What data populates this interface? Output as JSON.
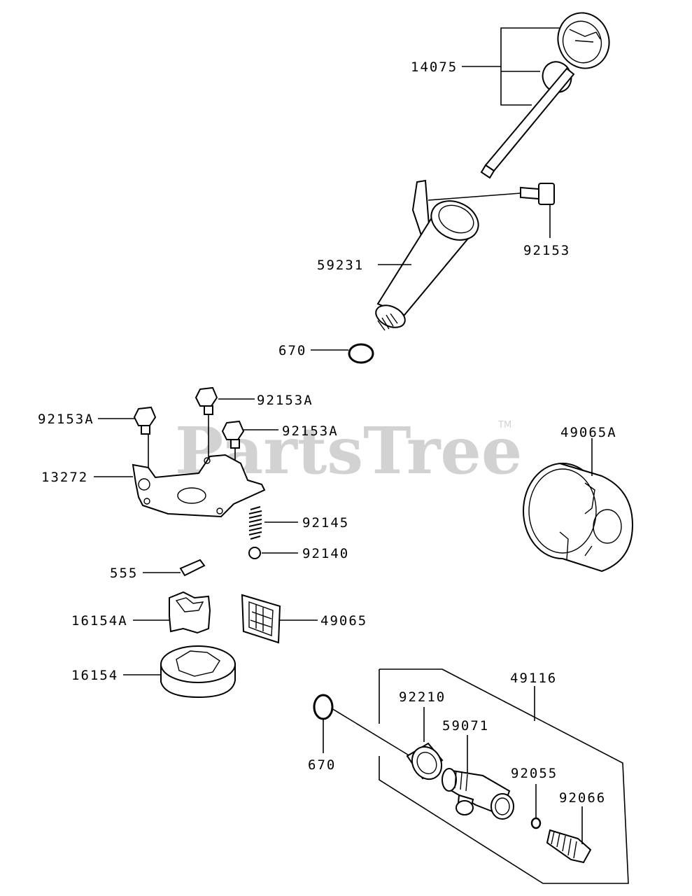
{
  "watermark": {
    "text": "PartsTree",
    "tm": "TM"
  },
  "labels": {
    "l14075": "14075",
    "l92153": "92153",
    "l59231": "59231",
    "l670a": "670",
    "l92153A_1": "92153A",
    "l92153A_2": "92153A",
    "l92153A_3": "92153A",
    "l49065A": "49065A",
    "l13272": "13272",
    "l92145": "92145",
    "l92140": "92140",
    "l555": "555",
    "l16154A": "16154A",
    "l49065": "49065",
    "l16154": "16154",
    "l49116": "49116",
    "l92210": "92210",
    "l59071": "59071",
    "l670b": "670",
    "l92055": "92055",
    "l92066": "92066"
  }
}
